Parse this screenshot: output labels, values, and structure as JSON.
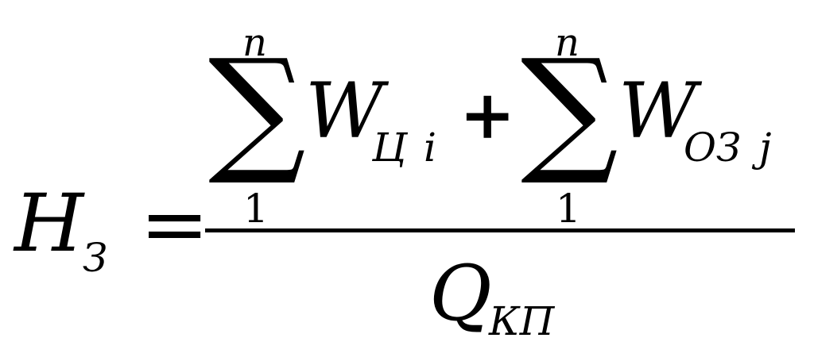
{
  "formula": {
    "lhs": {
      "symbol": "H",
      "subscript": "З"
    },
    "equals": "=",
    "numerator": {
      "sum1": {
        "operator": "∑",
        "upper": "n",
        "lower": "1",
        "term": "W",
        "subscript": "Ц",
        "index": "i"
      },
      "plus": "+",
      "sum2": {
        "operator": "∑",
        "upper": "n",
        "lower": "1",
        "term": "W",
        "subscript": "ОЗ",
        "index": "j"
      }
    },
    "denominator": {
      "symbol": "Q",
      "subscript": "КП"
    }
  }
}
